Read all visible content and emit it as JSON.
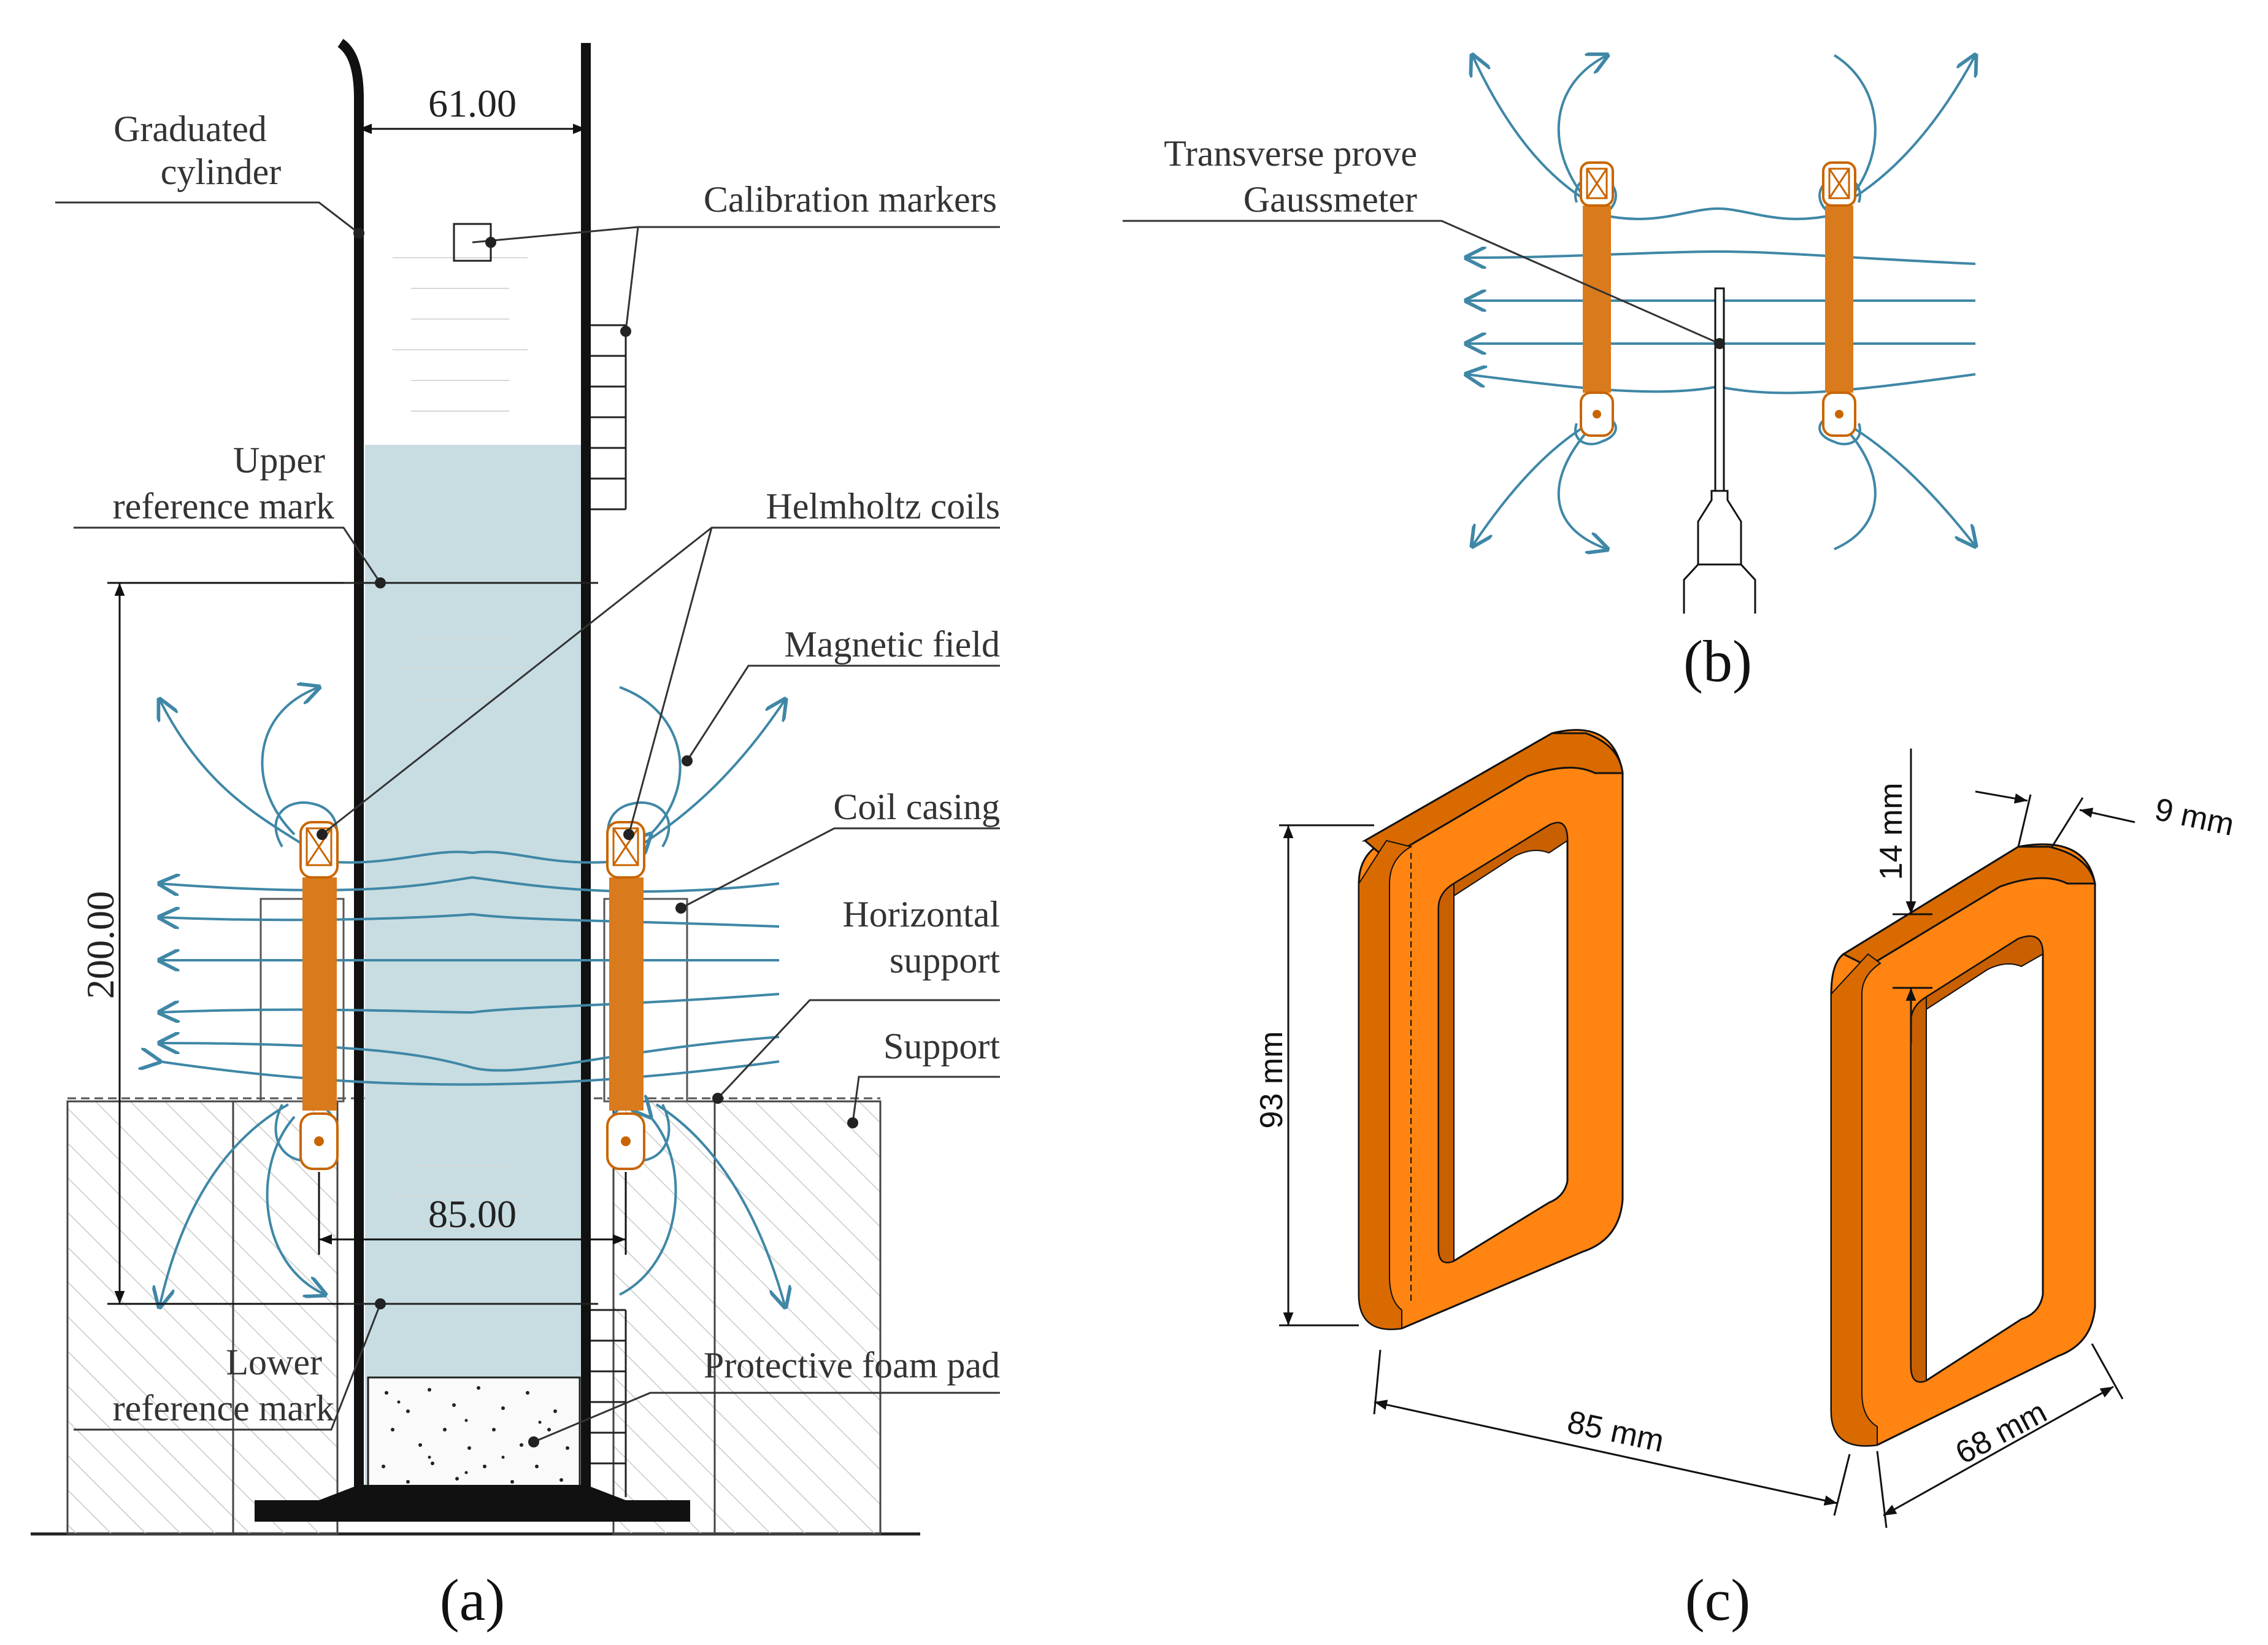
{
  "colors": {
    "coil": "#d97a1c",
    "coil_dark": "#c96500",
    "coil_light": "#ff8412",
    "field": "#3f87a6",
    "liquid": "#c7dde2"
  },
  "panel_a": {
    "caption": "(a)",
    "labels": {
      "graduated_cylinder_1": "Graduated",
      "graduated_cylinder_2": "cylinder",
      "calibration_markers": "Calibration markers",
      "upper_ref_1": "Upper",
      "upper_ref_2": "reference mark",
      "helmholtz_coils": "Helmholtz coils",
      "magnetic_field": "Magnetic field",
      "coil_casing": "Coil casing",
      "horizontal_support_1": "Horizontal",
      "horizontal_support_2": "support",
      "support": "Support",
      "lower_ref_1": "Lower",
      "lower_ref_2": "reference mark",
      "foam_pad": "Protective foam pad"
    },
    "dimensions": {
      "cylinder_width": "61.00",
      "height": "200.00",
      "coil_spacing": "85.00"
    }
  },
  "panel_b": {
    "caption": "(b)",
    "labels": {
      "probe_1": "Transverse prove",
      "probe_2": "Gaussmeter"
    }
  },
  "panel_c": {
    "caption": "(c)",
    "dimensions": {
      "height": "93 mm",
      "spacing": "85 mm",
      "wall": "14 mm",
      "thickness": "9 mm",
      "width": "68 mm"
    }
  }
}
